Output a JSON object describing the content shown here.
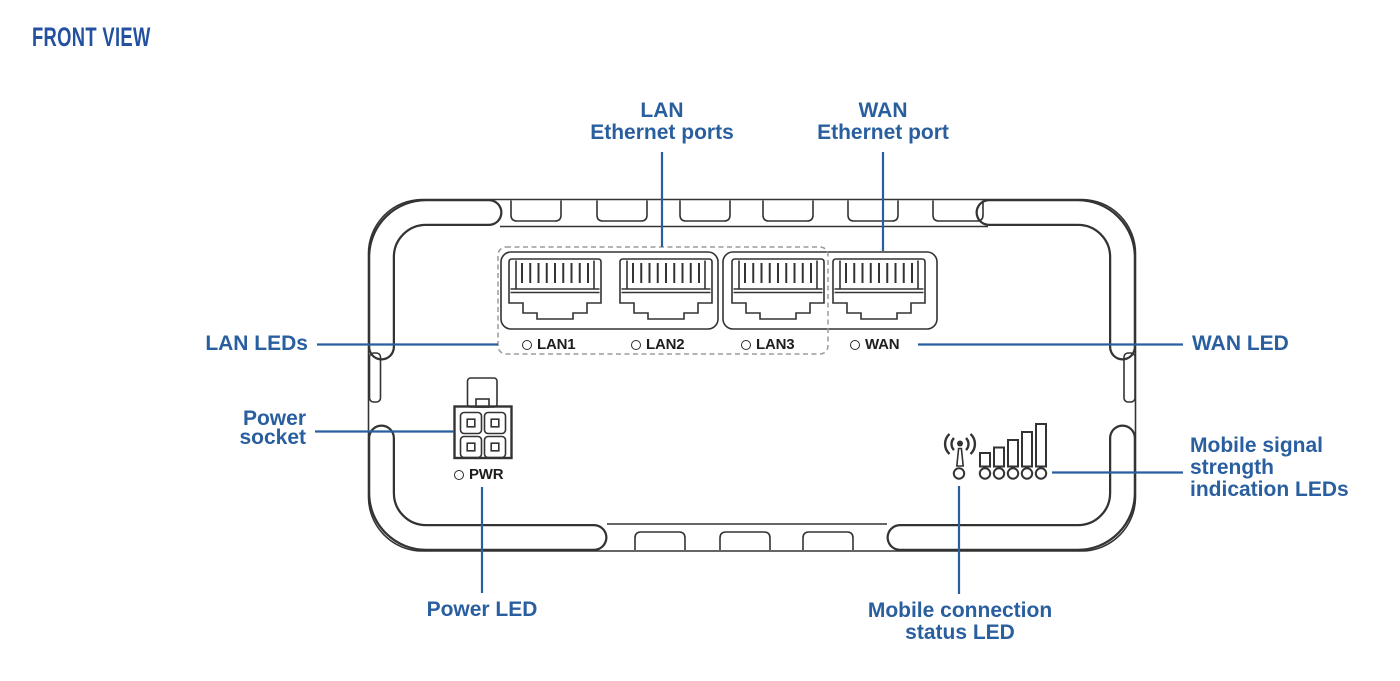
{
  "title": "FRONT VIEW",
  "colors": {
    "accent": "#2a5f9f",
    "title": "#2351a0",
    "line": "#333333"
  },
  "callouts": {
    "lan_ethernet_ports": {
      "line1": "LAN",
      "line2": "Ethernet ports"
    },
    "wan_ethernet_port": {
      "line1": "WAN",
      "line2": "Ethernet port"
    },
    "lan_leds": {
      "text": "LAN LEDs"
    },
    "wan_led": {
      "text": "WAN LED"
    },
    "power_socket": {
      "line1": "Power",
      "line2": "socket"
    },
    "power_led": {
      "text": "Power LED"
    },
    "mobile_signal_strength_leds": {
      "line1": "Mobile signal",
      "line2": "strength",
      "line3": "indication LEDs"
    },
    "mobile_connection_status_led": {
      "line1": "Mobile connection",
      "line2": "status LED"
    }
  },
  "device": {
    "port_leds": [
      {
        "label": "LAN1"
      },
      {
        "label": "LAN2"
      },
      {
        "label": "LAN3"
      },
      {
        "label": "WAN"
      }
    ],
    "power_led_label": "PWR"
  }
}
